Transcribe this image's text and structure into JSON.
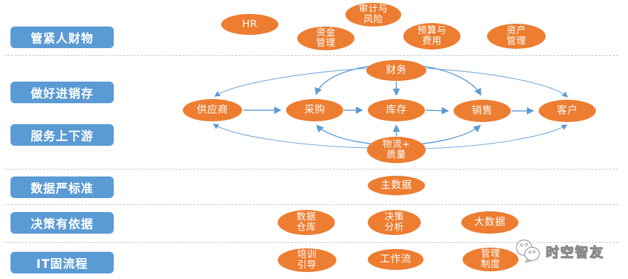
{
  "colors": {
    "node_fill": "#ED7D31",
    "row_label_fill": "#5B9BD5",
    "arrow_stroke": "#5B9BD5",
    "divider": "#C6C6C6",
    "text_on_fill": "#FFFFFF",
    "watermark_text_color": "#8A8A8A"
  },
  "row_labels": [
    "管紧人财物",
    "做好进销存",
    "服务上下游",
    "数据严标准",
    "决策有依据",
    "IT固流程"
  ],
  "nodes": {
    "hr": {
      "label": "HR"
    },
    "audit_risk": {
      "label": "审计与\n风险"
    },
    "fund_mgmt": {
      "label": "资金\n管理"
    },
    "budget_expense": {
      "label": "预算与\n费用"
    },
    "asset_mgmt": {
      "label": "资产\n管理"
    },
    "finance": {
      "label": "财务"
    },
    "supplier": {
      "label": "供应商"
    },
    "purchasing": {
      "label": "采购"
    },
    "inventory": {
      "label": "库存"
    },
    "sales": {
      "label": "销售"
    },
    "customer": {
      "label": "客户"
    },
    "logistics_quality": {
      "label": "物流+\n质量"
    },
    "master_data": {
      "label": "主数据"
    },
    "data_warehouse": {
      "label": "数据\n仓库"
    },
    "decision_analysis": {
      "label": "决策\n分析"
    },
    "big_data": {
      "label": "大数据"
    },
    "training_guidance": {
      "label": "培训\n引导"
    },
    "workflow": {
      "label": "工作流"
    },
    "management_system": {
      "label": "管理\n制度"
    }
  },
  "edges": [
    {
      "from": "supplier",
      "to": "purchasing"
    },
    {
      "from": "purchasing",
      "to": "inventory"
    },
    {
      "from": "inventory",
      "to": "sales"
    },
    {
      "from": "sales",
      "to": "customer"
    },
    {
      "from": "finance",
      "to": "supplier"
    },
    {
      "from": "finance",
      "to": "purchasing"
    },
    {
      "from": "finance",
      "to": "inventory"
    },
    {
      "from": "finance",
      "to": "sales"
    },
    {
      "from": "finance",
      "to": "customer"
    },
    {
      "from": "logistics_quality",
      "to": "supplier"
    },
    {
      "from": "logistics_quality",
      "to": "purchasing"
    },
    {
      "from": "logistics_quality",
      "to": "inventory"
    },
    {
      "from": "logistics_quality",
      "to": "sales"
    },
    {
      "from": "logistics_quality",
      "to": "customer"
    }
  ],
  "watermark": {
    "text": "时空智友",
    "icon": "chat-bubbles-icon"
  }
}
